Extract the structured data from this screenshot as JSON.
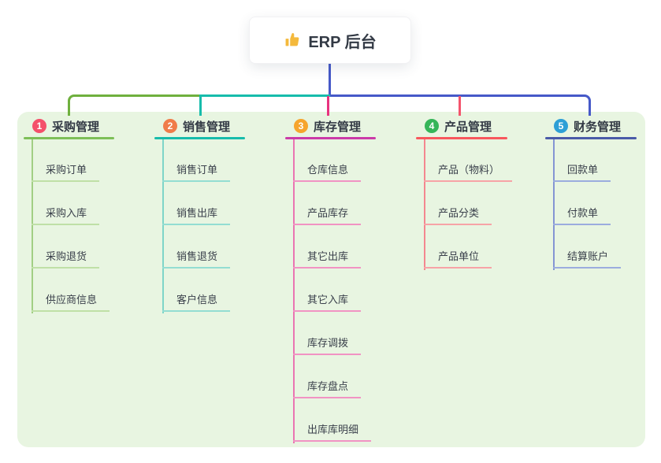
{
  "root": {
    "label": "ERP 后台",
    "icon": "thumbs-up-icon"
  },
  "branches": [
    {
      "number": "1",
      "label": "采购管理",
      "accent_color": "#7dbf57",
      "badge_color": "#f4506a",
      "children": [
        "采购订单",
        "采购入库",
        "采购退货",
        "供应商信息"
      ]
    },
    {
      "number": "2",
      "label": "销售管理",
      "accent_color": "#17bcab",
      "badge_color": "#f07c4a",
      "children": [
        "销售订单",
        "销售出库",
        "销售退货",
        "客户信息"
      ]
    },
    {
      "number": "3",
      "label": "库存管理",
      "accent_color": "#cb3aa8",
      "badge_color": "#f6a52d",
      "children": [
        "仓库信息",
        "产品库存",
        "其它出库",
        "其它入库",
        "库存调拨",
        "库存盘点",
        "出库库明细"
      ]
    },
    {
      "number": "4",
      "label": "产品管理",
      "accent_color": "#f8575d",
      "badge_color": "#35b558",
      "children": [
        "产品（物料）",
        "产品分类",
        "产品单位"
      ]
    },
    {
      "number": "5",
      "label": "财务管理",
      "accent_color": "#4a5aa8",
      "badge_color": "#2d9fd6",
      "children": [
        "回款单",
        "付款单",
        "结算账户"
      ]
    }
  ],
  "connectors": {
    "root_drop_color": "#4659c8",
    "left_segment_color": "#6fb03e",
    "middle_segment_color": "#17bcab",
    "right_segment_color": "#4659c8",
    "inventory_drop_color": "#e8337f",
    "product_drop_color": "#f4546c",
    "panel_background": "#e8f5e1"
  }
}
